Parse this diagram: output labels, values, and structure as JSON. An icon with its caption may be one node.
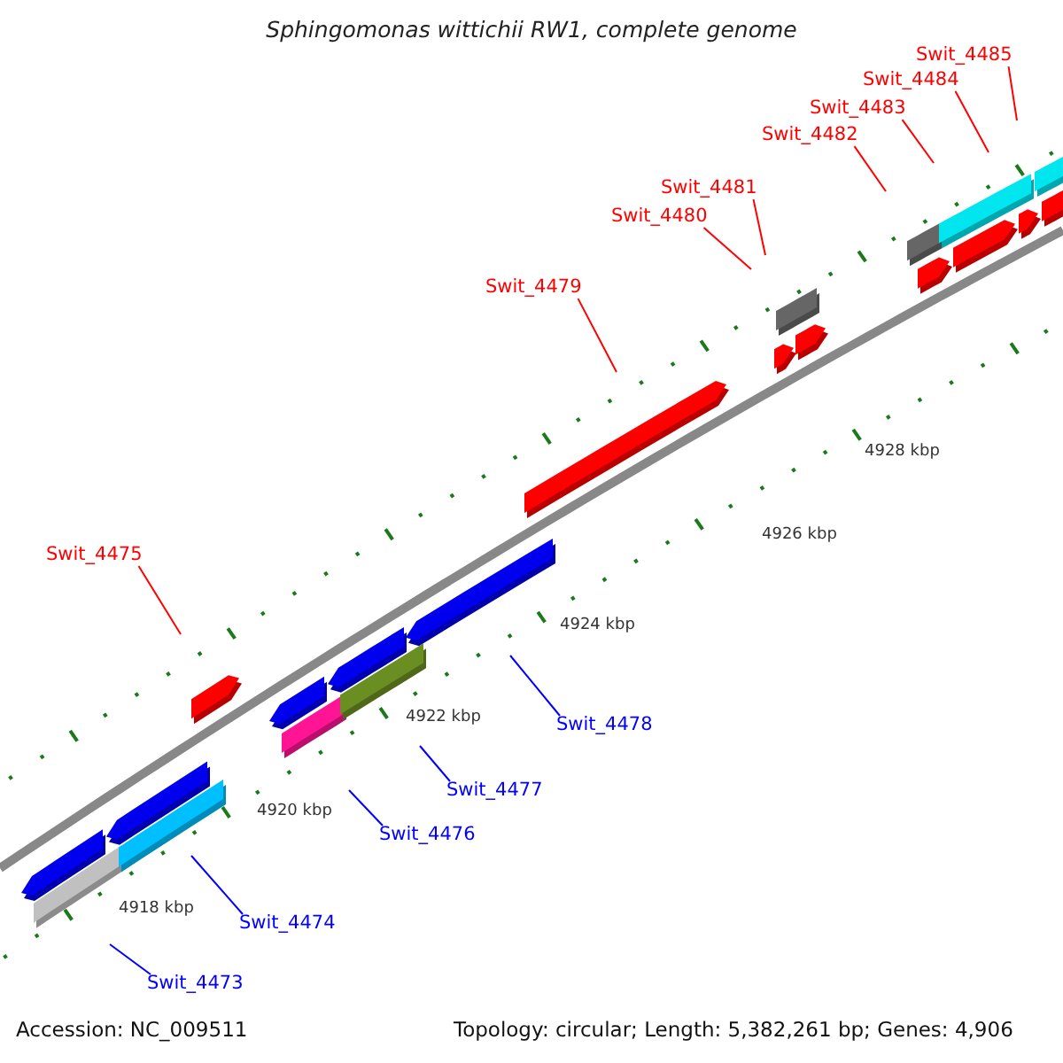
{
  "diagram": {
    "title": "Sphingomonas wittichii RW1, complete genome",
    "nodes": [
      {
        "text": [
          "Swit_4475"
        ]
      },
      {
        "text": [
          "Swit_4479"
        ]
      },
      {
        "text": [
          "Swit_4480"
        ]
      },
      {
        "text": [
          "Swit_4481"
        ]
      },
      {
        "text": [
          "Swit_4482"
        ]
      },
      {
        "text": [
          "Swit_4483"
        ]
      },
      {
        "text": [
          "Swit_4484"
        ]
      },
      {
        "text": [
          "Swit_4485"
        ]
      },
      {
        "text": [
          "Swit_4473"
        ]
      },
      {
        "text": [
          "Swit_4474"
        ]
      },
      {
        "text": [
          "Swit_4476"
        ]
      },
      {
        "text": [
          "Swit_4477"
        ]
      },
      {
        "text": [
          "Swit_4478"
        ]
      }
    ],
    "edges": [
      {
        "from": 0,
        "to": null,
        "arrow": "none"
      },
      {
        "from": 1,
        "to": null,
        "arrow": "none"
      },
      {
        "from": 2,
        "to": null,
        "arrow": "none"
      },
      {
        "from": 3,
        "to": null,
        "arrow": "none"
      },
      {
        "from": 4,
        "to": null,
        "arrow": "none"
      },
      {
        "from": 5,
        "to": null,
        "arrow": "none"
      },
      {
        "from": 6,
        "to": null,
        "arrow": "none"
      },
      {
        "from": 7,
        "to": null,
        "arrow": "none"
      },
      {
        "from": 8,
        "to": null,
        "arrow": "none",
        "color": "#0000ff"
      },
      {
        "from": 9,
        "to": null,
        "arrow": "none",
        "color": "#0000ff"
      },
      {
        "from": 10,
        "to": null,
        "arrow": "none",
        "color": "#0000ff"
      },
      {
        "from": 11,
        "to": null,
        "arrow": "none",
        "color": "#0000ff"
      },
      {
        "from": 12,
        "to": null,
        "arrow": "none",
        "color": "#0000ff"
      }
    ],
    "labels": [
      "4928 kbp",
      "4926 kbp",
      "4924 kbp",
      "4922 kbp",
      "4920 kbp",
      "4918 kbp",
      "Accession: NC_009511",
      "Topology: circular; Length: 5,382,261 bp; Genes: 4,906"
    ]
  }
}
